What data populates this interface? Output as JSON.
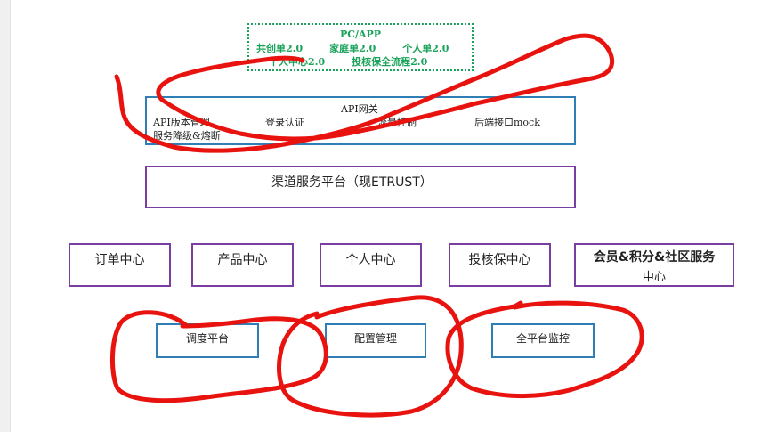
{
  "top_box": {
    "title": "PC/APP",
    "row1": [
      "共创单2.0",
      "家庭单2.0",
      "个人单2.0"
    ],
    "row2": [
      "个人中心2.0",
      "投核保全流程2.0"
    ]
  },
  "api_gateway": {
    "title": "API网关",
    "items": [
      "API版本管理",
      "登录认证",
      "流量控制",
      "后端接口mock",
      "服务降级&熔断"
    ]
  },
  "channel_platform": {
    "label": "渠道服务平台（现ETRUST）"
  },
  "centers": {
    "order": "订单中心",
    "product": "产品中心",
    "personal": "个人中心",
    "underwriting": "投核保中心",
    "member_line1": "会员&积分&社区服务",
    "member_line2": "中心"
  },
  "support": {
    "scheduling": "调度平台",
    "config": "配置管理",
    "monitoring": "全平台监控"
  },
  "colors": {
    "dotted_border": "#1aa35a",
    "blue_border": "#2f7fb6",
    "purple_border": "#7a3ea0",
    "annotation_red": "#e8130f"
  }
}
